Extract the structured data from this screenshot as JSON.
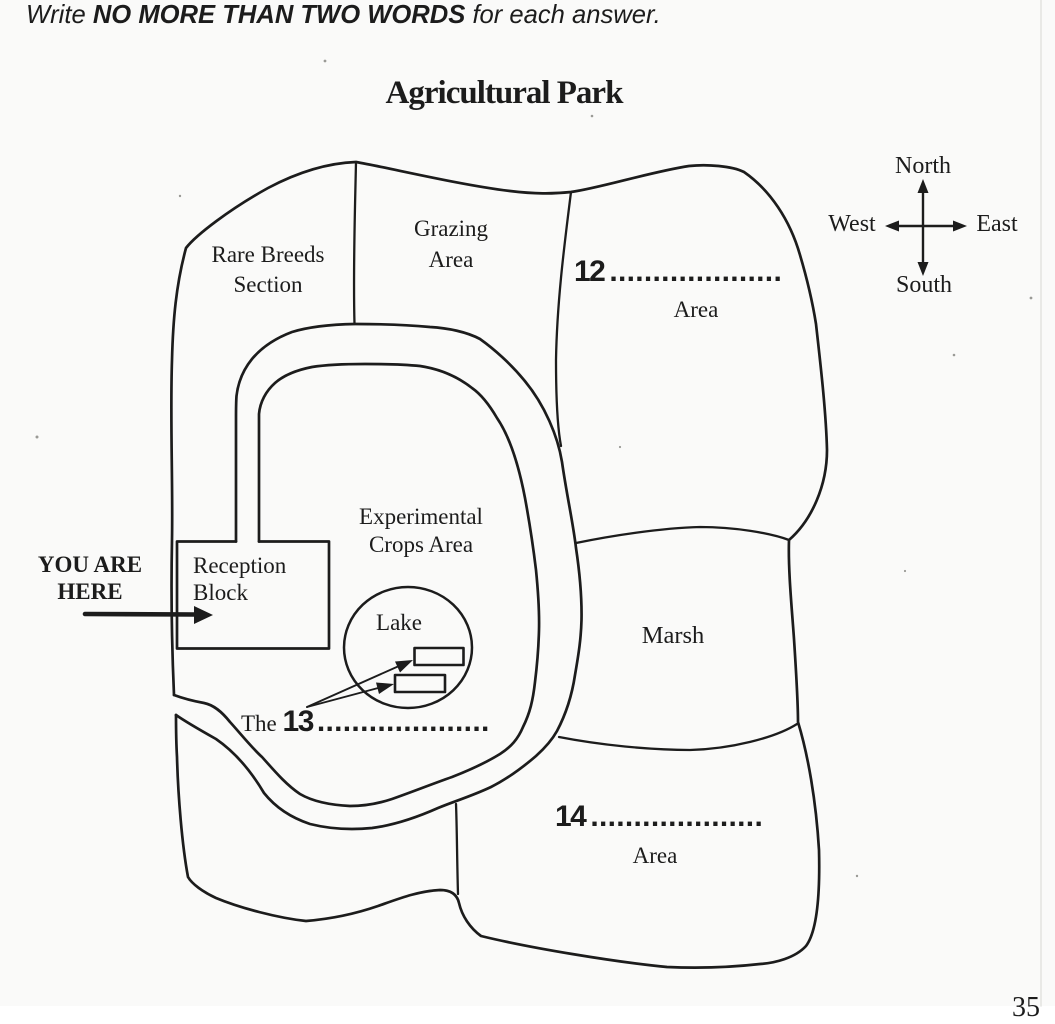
{
  "instruction": {
    "prefix": "Write ",
    "emphasis": "NO MORE THAN TWO WORDS",
    "suffix": " for each answer."
  },
  "title": "Agricultural Park",
  "compass": {
    "north": "North",
    "south": "South",
    "east": "East",
    "west": "West"
  },
  "map": {
    "regions": {
      "rare_breeds": {
        "line1": "Rare Breeds",
        "line2": "Section"
      },
      "grazing": {
        "line1": "Grazing",
        "line2": "Area"
      },
      "q12": {
        "number": "12",
        "dots": "....................",
        "label": "Area"
      },
      "experimental": {
        "line1": "Experimental",
        "line2": "Crops Area"
      },
      "marsh": {
        "label": "Marsh"
      },
      "q14": {
        "number": "14",
        "dots": "....................",
        "label": "Area"
      },
      "lake": {
        "label": "Lake"
      },
      "q13": {
        "prefix": "The ",
        "number": "13",
        "dots": "...................."
      }
    },
    "reception": {
      "line1": "Reception",
      "line2": "Block"
    },
    "you_are_here": {
      "line1": "YOU ARE",
      "line2": "HERE"
    }
  },
  "page_number": "35",
  "colors": {
    "ink": "#1c1c1c",
    "paper": "#fafaf9"
  }
}
